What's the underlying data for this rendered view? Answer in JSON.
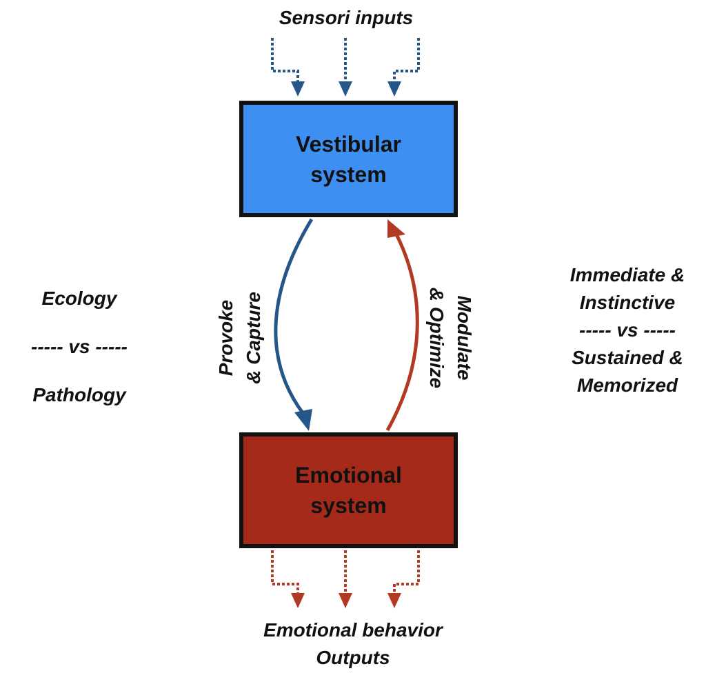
{
  "inputs_label": "Sensori inputs",
  "vestibular_box": {
    "line1": "Vestibular",
    "line2": "system"
  },
  "emotional_box": {
    "line1": "Emotional",
    "line2": "system"
  },
  "down_arrow_label": {
    "line1": "Provoke",
    "line2": "& Capture"
  },
  "up_arrow_label": {
    "line1": "Modulate",
    "line2": "& Optimize"
  },
  "left_block": {
    "top": "Ecology",
    "middle": "----- vs -----",
    "bottom": "Pathology"
  },
  "right_block": {
    "line1": "Immediate &",
    "line2": "Instinctive",
    "line3": "----- vs -----",
    "line4": "Sustained &",
    "line5": "Memorized"
  },
  "outputs_label": {
    "line1": "Emotional behavior",
    "line2": "Outputs"
  },
  "colors": {
    "vestibular_fill": "#3d8ff2",
    "emotional_fill": "#a52a1a",
    "blue_arrow": "#24568a",
    "red_arrow": "#b33a22",
    "border": "#111111"
  }
}
